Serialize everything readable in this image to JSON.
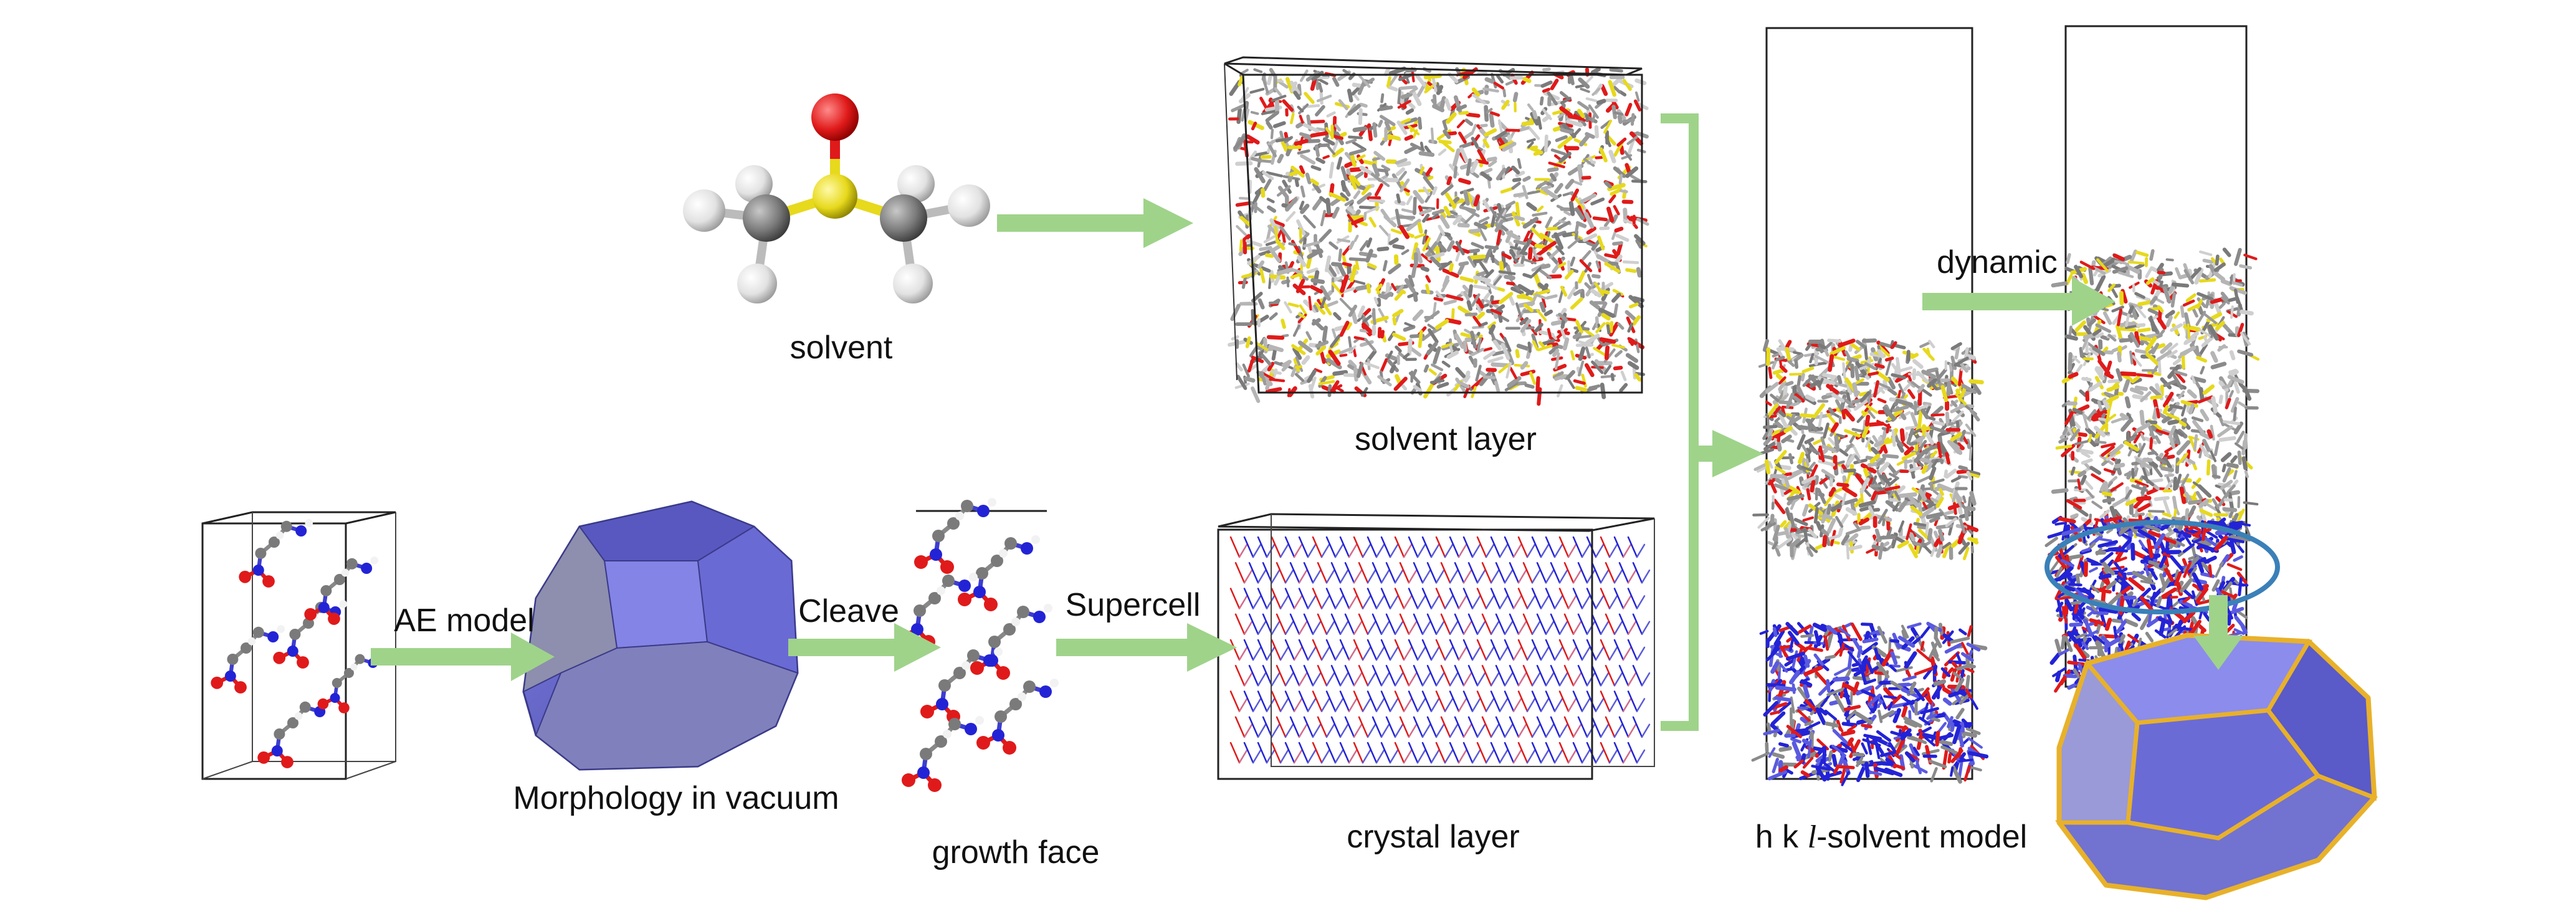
{
  "labels": {
    "solvent": "solvent",
    "solvent_layer": "solvent layer",
    "crystal_layer": "crystal layer",
    "morphology_vacuum": "Morphology in vacuum",
    "growth_face": "growth face",
    "hkl_model_prefix": "h k ",
    "hkl_model_l": "l",
    "hkl_model_suffix": "-solvent model"
  },
  "arrow_labels": {
    "ae_model": "AE model",
    "cleave": "Cleave",
    "supercell": "Supercell",
    "dynamic": "dynamic"
  },
  "colors": {
    "arrow": "#9fd38a",
    "crystal_face": "#6f6fd8",
    "crystal_edge": "#e8b12a",
    "ellipse": "#3a80b8",
    "oxygen": "#e01a1a",
    "nitrogen": "#2323d6",
    "sulfur": "#e7d91c",
    "carbon": "#777777",
    "hydrogen": "#e8e8e8"
  }
}
